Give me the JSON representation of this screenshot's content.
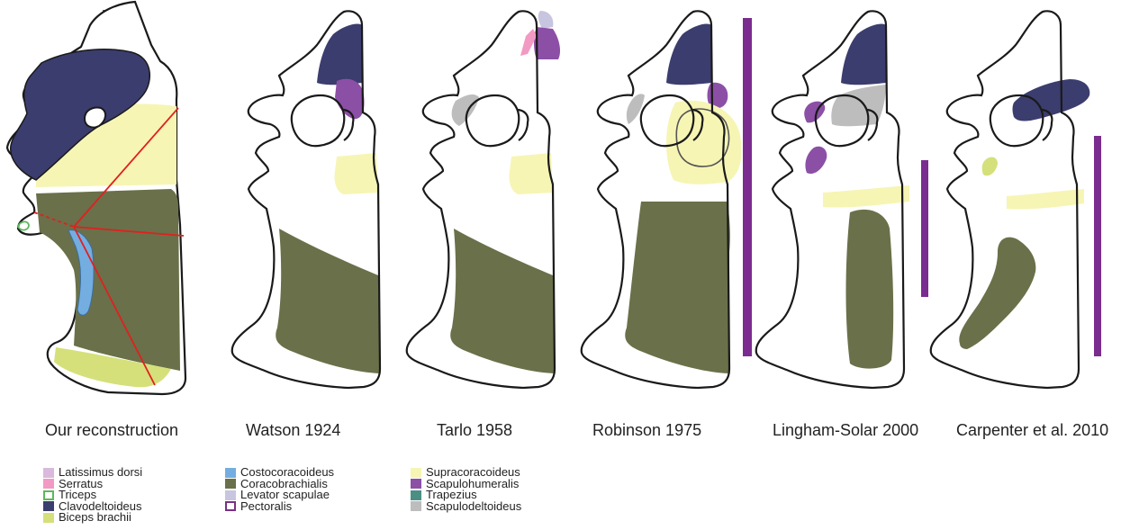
{
  "colors": {
    "latissimus": "#d9b9dc",
    "serratus": "#f29ac3",
    "triceps": "#5cb85c",
    "clavodeltoideus": "#3b3d6e",
    "biceps": "#d5e07a",
    "costocoracoideus": "#74aee0",
    "coracobrachialis": "#6a7049",
    "levator": "#c7c5e0",
    "pectoralis": "#7a2f86",
    "pectoralis_bar": "#7b2c8f",
    "supracoracoideus": "#f6f5b4",
    "scapulohumeralis": "#8c4fa6",
    "trapezius": "#4a8f84",
    "scapulodeltoideus": "#bdbdbd",
    "outline": "#1a1a1a",
    "lines": "#e02020"
  },
  "panels": [
    {
      "caption": "Our reconstruction"
    },
    {
      "caption": "Watson 1924"
    },
    {
      "caption": "Tarlo 1958"
    },
    {
      "caption": "Robinson 1975"
    },
    {
      "caption": "Lingham-Solar 2000"
    },
    {
      "caption": "Carpenter et al. 2010"
    }
  ],
  "legend": {
    "columns": [
      [
        {
          "label": "Latissimus dorsi",
          "color": "latissimus",
          "style": "fill"
        },
        {
          "label": "Serratus",
          "color": "serratus",
          "style": "fill"
        },
        {
          "label": "Triceps",
          "color": "triceps",
          "style": "outline"
        },
        {
          "label": "Clavodeltoideus",
          "color": "clavodeltoideus",
          "style": "fill"
        },
        {
          "label": "Biceps brachii",
          "color": "biceps",
          "style": "fill"
        }
      ],
      [
        {
          "label": "Costocoracoideus",
          "color": "costocoracoideus",
          "style": "fill"
        },
        {
          "label": "Coracobrachialis",
          "color": "coracobrachialis",
          "style": "fill"
        },
        {
          "label": "Levator scapulae",
          "color": "levator",
          "style": "fill"
        },
        {
          "label": "Pectoralis",
          "color": "pectoralis",
          "style": "outline"
        }
      ],
      [
        {
          "label": "Supracoracoideus",
          "color": "supracoracoideus",
          "style": "fill"
        },
        {
          "label": "Scapulohumeralis",
          "color": "scapulohumeralis",
          "style": "fill"
        },
        {
          "label": "Trapezius",
          "color": "trapezius",
          "style": "fill"
        },
        {
          "label": "Scapulodeltoideus",
          "color": "scapulodeltoideus",
          "style": "fill"
        }
      ]
    ]
  }
}
